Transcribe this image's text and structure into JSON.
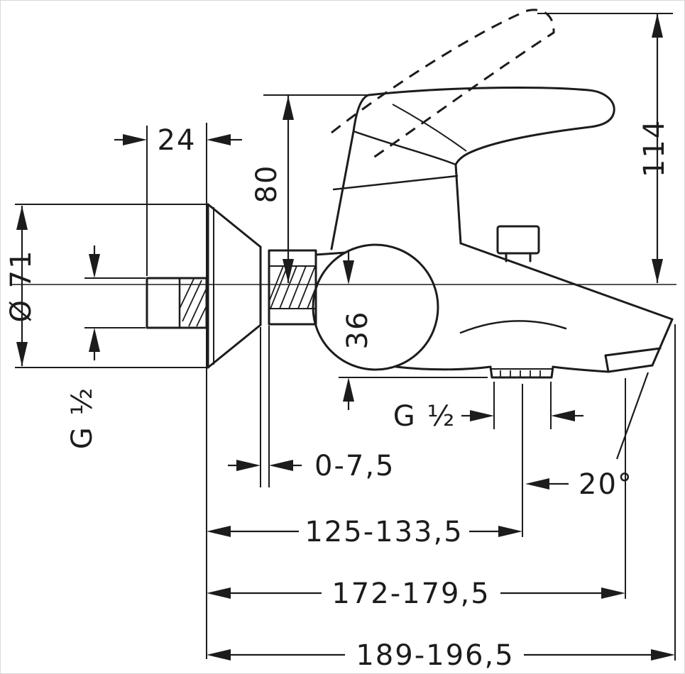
{
  "meta": {
    "type": "technical-dimension-drawing",
    "subject": "single-lever-bath-mixer-wall-mounted"
  },
  "colors": {
    "line": "#1c1c1c",
    "background": "#ffffff"
  },
  "labels": {
    "nipple_length": "24",
    "lever_height": "80",
    "total_height": "114",
    "escutcheon_diameter": "Ø 71",
    "inlet_thread": "G ½",
    "spout_drop": "36",
    "outlet_thread": "G ½",
    "escutcheon_adjustment": "0-7,5",
    "spout_angle": "20°",
    "wall_to_outlet": "125-133,5",
    "wall_to_spout_tip": "172-179,5",
    "max_projection": "189-196,5"
  }
}
